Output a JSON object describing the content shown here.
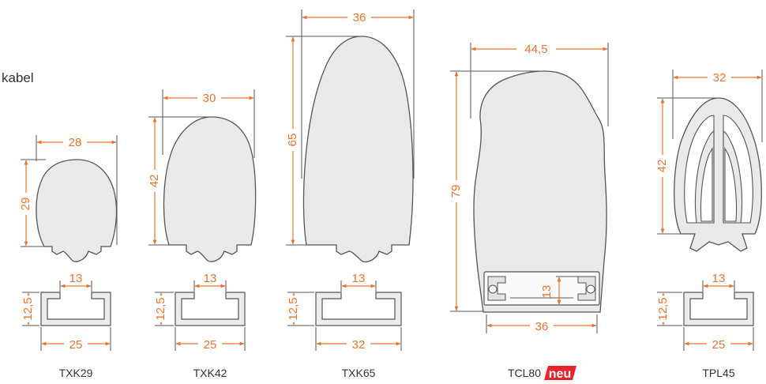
{
  "intro_fragment": "kabel",
  "new_badge": "neu",
  "colors": {
    "dimension": "#e8732e",
    "extension_line": "#555555",
    "profile_fill": "#e9e9e9",
    "profile_stroke": "#555555",
    "badge_bg": "#e8232a",
    "label": "#333333"
  },
  "profiles": [
    {
      "name": "TXK29",
      "width": "28",
      "height": "29",
      "rail_inner": "13",
      "rail_outer": "25",
      "rail_height": "12,5"
    },
    {
      "name": "TXK42",
      "width": "30",
      "height": "42",
      "rail_inner": "13",
      "rail_outer": "25",
      "rail_height": "12,5"
    },
    {
      "name": "TXK65",
      "width": "36",
      "height": "65",
      "rail_inner": "13",
      "rail_outer": "32",
      "rail_height": "12,5"
    },
    {
      "name": "TCL80",
      "width": "44,5",
      "height": "79",
      "rail_inner": "13",
      "rail_outer": "36",
      "is_new": true
    },
    {
      "name": "TPL45",
      "width": "32",
      "height": "42",
      "rail_inner": "13",
      "rail_outer": "25",
      "rail_height": "12,5"
    }
  ]
}
